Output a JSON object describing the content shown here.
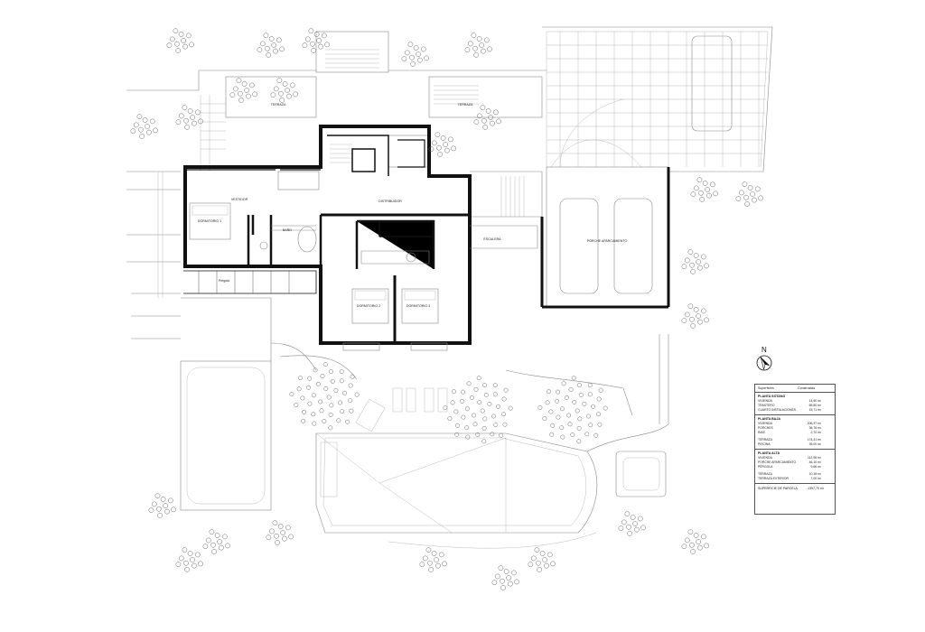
{
  "plan": {
    "rooms": {
      "dormitorio_1": "DORMITORIO 1",
      "dormitorio_2": "DORMITORIO 2",
      "dormitorio_3": "DORMITORIO 3",
      "bano": "BAÑO",
      "vestidor": "VESTIDOR",
      "distribuidor": "DISTRIBUIDOR",
      "pergola": "Pérgola",
      "terraza": "TERRAZA",
      "porche_aparcamiento": "PORCHE APARCAMIENTO",
      "escalera": "ESCALERA",
      "terraza_exterior": "TERRAZA"
    }
  },
  "surface_table": {
    "col_1": "Superficies",
    "col_2": "Construidas",
    "sections": [
      {
        "title": "PLANTA SÓTANO",
        "rows": [
          {
            "label": "VIVIENDA",
            "value": "14,60 m²"
          },
          {
            "label": "TRASTERO",
            "value": "65,80 m²"
          },
          {
            "label": "CUARTO INSTALACIONES",
            "value": "15,71 m²"
          }
        ]
      },
      {
        "title": "PLANTA BAJA",
        "rows": [
          {
            "label": "VIVIENDA",
            "value": "206,37 m²"
          },
          {
            "label": "PORCHES",
            "value": "36,76 m²"
          },
          {
            "label": "RIAS",
            "value": "2,70 m²"
          },
          {
            "label": "",
            "value": ""
          },
          {
            "label": "TERRAZA",
            "value": "174,41 m²"
          },
          {
            "label": "PISCINA",
            "value": "35,00 m²"
          }
        ]
      },
      {
        "title": "PLANTA ALTA",
        "rows": [
          {
            "label": "VIVIENDA",
            "value": "112,98 m²"
          },
          {
            "label": "PORCHE APARCAMIENTO",
            "value": "46,10 m²"
          },
          {
            "label": "PÉRGOLA",
            "value": "9,66 m²"
          },
          {
            "label": "",
            "value": ""
          },
          {
            "label": "TERRAZA",
            "value": "10,18 m²"
          },
          {
            "label": "TERRAZA EXTERIOR",
            "value": "7,00 m²"
          }
        ]
      }
    ],
    "total_label": "SUPERFICIE DE PARCELA",
    "total_value": "1397,70 m²"
  },
  "north": "N"
}
